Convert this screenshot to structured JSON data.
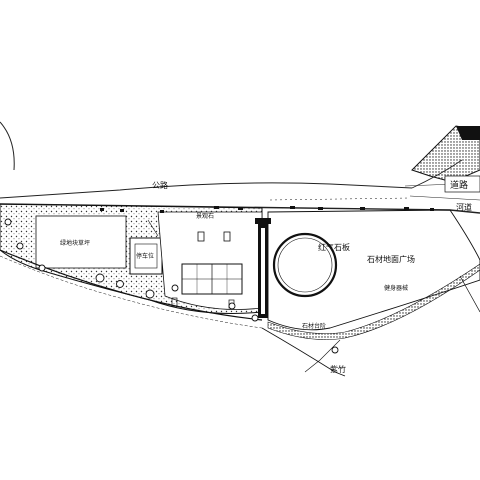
{
  "drawing": {
    "labels": {
      "road": "公路",
      "square": "石材地面广场",
      "red_stone": "红气石板",
      "lawn": "绿地块草坪",
      "river": "河道",
      "bamboo": "紫竹",
      "road_top": "道路",
      "fitness": "健身器械",
      "small_a": "景观石",
      "small_b": "停车位",
      "small_c": "石材台阶"
    },
    "colors": {
      "line": "#111111",
      "fill": "#ffffff",
      "hatch": "#333333"
    }
  }
}
